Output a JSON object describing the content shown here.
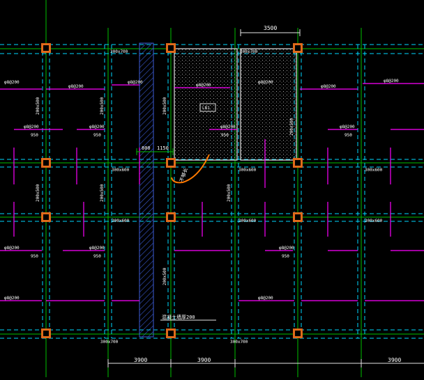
{
  "drawing": {
    "background": "#000000",
    "colors": {
      "axis_green": "#00c000",
      "beam_white": "#e6e6e6",
      "beam_cyan": "#00d8ff",
      "rebar_magenta": "#ff00ff",
      "column_orange": "#e06a1a",
      "wall_blue": "#3b5bd6",
      "annot_orange": "#ff7a00",
      "dim_text": "#ffffff"
    },
    "dimensions": {
      "top_span": "3500",
      "bottom_left": "3900",
      "bottom_mid": "3900",
      "bottom_right": "3900",
      "small_left": "800",
      "small_right": "1150"
    },
    "beam_labels": {
      "top_a": "300x700",
      "top_b": "300x700",
      "mid_a": "300x600",
      "mid_b": "300x600",
      "mid_c": "300x600",
      "low_a": "300x600",
      "low_b": "300x600",
      "low_c": "300x600",
      "bot_a": "300x700",
      "bot_b": "300x700",
      "v_a": "200x500",
      "v_b": "200x500",
      "v_c": "200x500",
      "v_d": "200x500",
      "v_e": "200x500",
      "v_f": "200x500",
      "v_g": "200x500",
      "v_h": "200x500"
    },
    "rebar_labels": {
      "r1": "φ8@200",
      "r2": "φ8@200",
      "r3": "φ8@200",
      "r4": "φ8@200",
      "r5": "φ8@200",
      "r6": "φ8@200",
      "r7": "φ8@200",
      "r8": "φ8@200",
      "r9": "φ8@200",
      "r10": "φ8@200",
      "r11": "φ8@200",
      "r12": "φ8@200",
      "r13": "φ8@200",
      "r14": "φ8@200",
      "r15": "φ8@200",
      "r16": "φ8@200",
      "len": "950"
    },
    "slab_tag": "LB1",
    "hatched_note": "混凝土墙厚200",
    "handwritten_note": "不够长"
  }
}
